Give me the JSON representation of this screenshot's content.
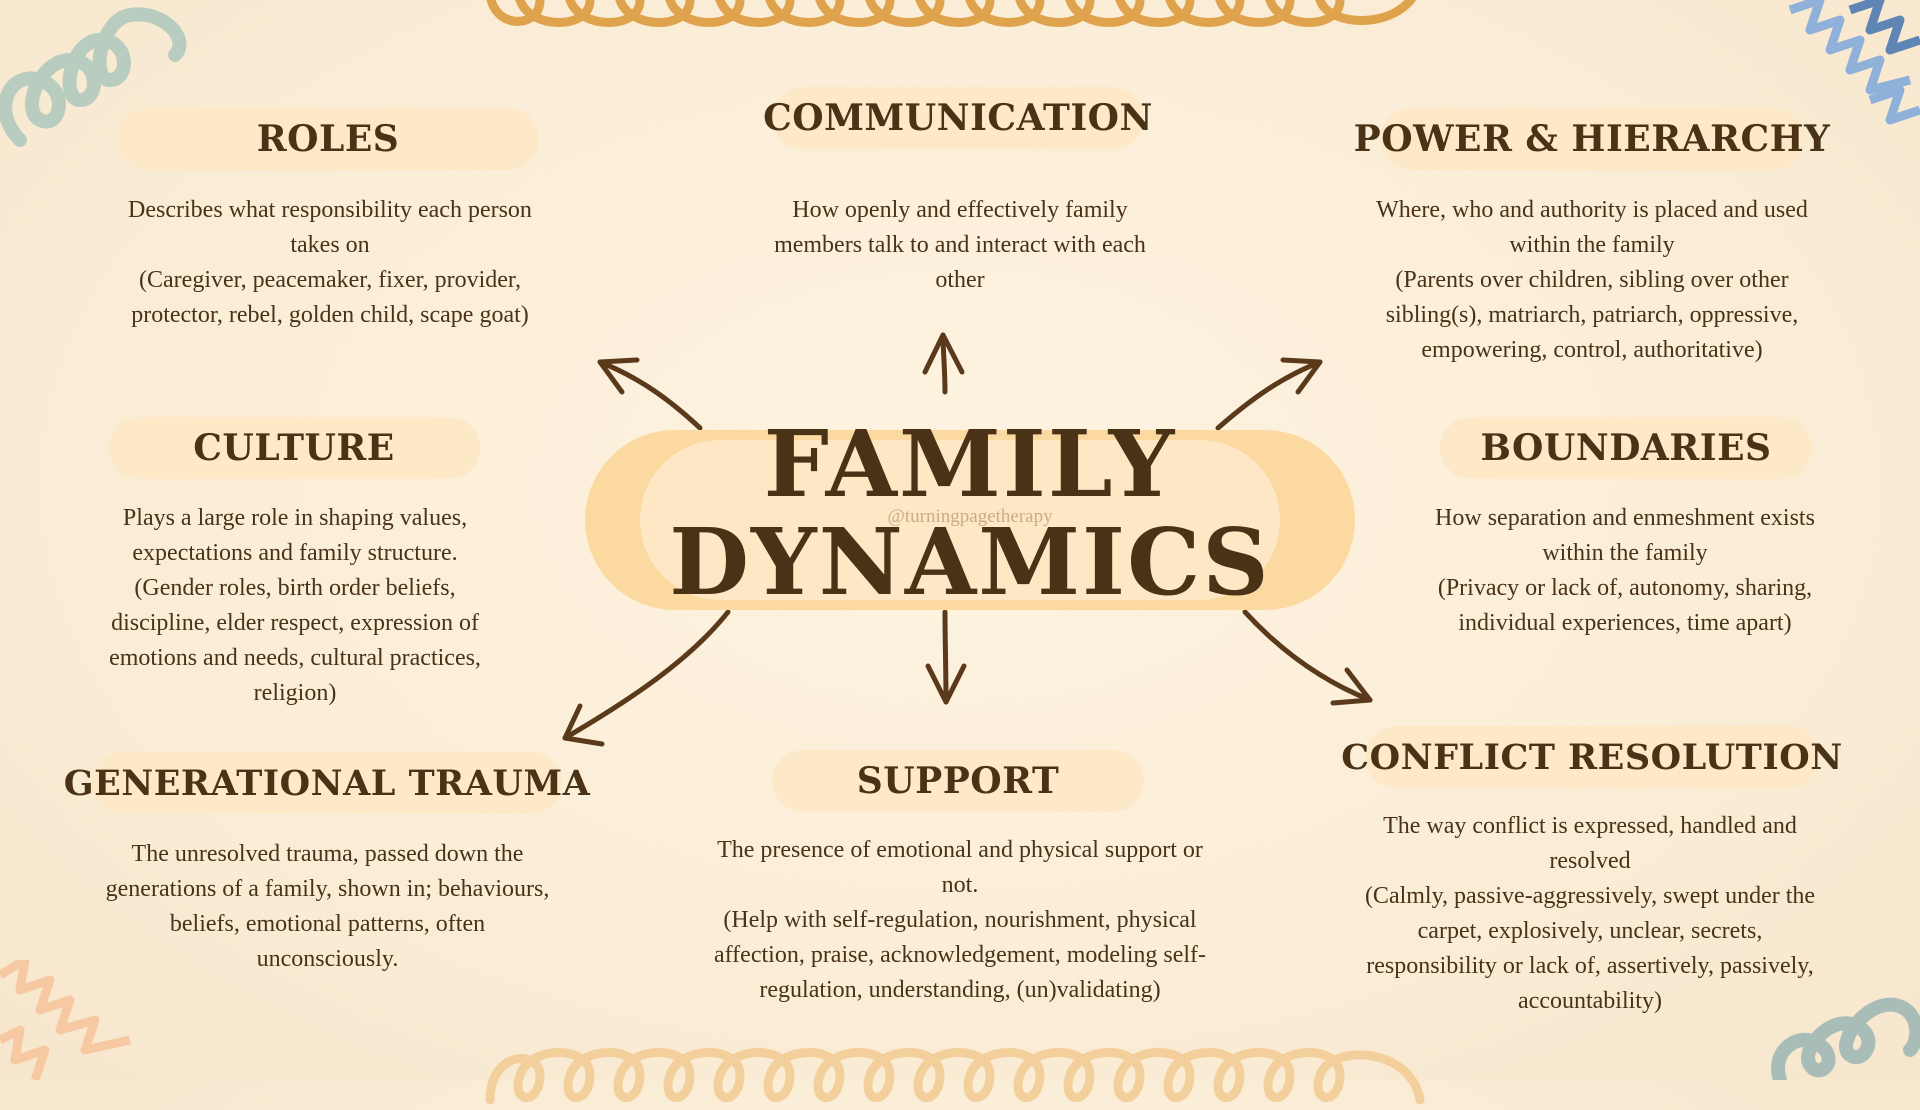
{
  "title": {
    "line1": "FAMILY",
    "line2": "DYNAMICS",
    "handle": "@turningpagetherapy"
  },
  "colors": {
    "pill": "#fde9c7",
    "text": "#4a3216",
    "center_outer": "#fcd9a0",
    "center_inner": "#fde7c4"
  },
  "topics": {
    "roles": {
      "heading": "ROLES",
      "lines": [
        "Describes what responsibility each person",
        "takes on",
        "(Caregiver, peacemaker, fixer, provider,",
        "protector, rebel, golden child, scape goat)"
      ]
    },
    "communication": {
      "heading": "COMMUNICATION",
      "lines": [
        "How openly and effectively family",
        "members talk to and interact with each",
        "other"
      ]
    },
    "power": {
      "heading": "POWER & HIERARCHY",
      "lines": [
        "Where, who and authority is placed and used",
        "within the family",
        "(Parents over children, sibling over other",
        "sibling(s), matriarch, patriarch, oppressive,",
        "empowering, control, authoritative)"
      ]
    },
    "culture": {
      "heading": "CULTURE",
      "lines": [
        "Plays a large role in shaping values,",
        "expectations and family structure.",
        "(Gender roles, birth order beliefs,",
        "discipline, elder respect, expression of",
        "emotions and needs, cultural practices,",
        "religion)"
      ]
    },
    "boundaries": {
      "heading": "BOUNDARIES",
      "lines": [
        "How separation and enmeshment exists",
        "within the family",
        "(Privacy or lack of, autonomy, sharing,",
        "individual experiences, time apart)"
      ]
    },
    "trauma": {
      "heading": "GENERATIONAL TRAUMA",
      "lines": [
        "The unresolved trauma, passed down the",
        "generations of a family, shown in; behaviours,",
        "beliefs, emotional patterns, often",
        "unconsciously."
      ]
    },
    "support": {
      "heading": "SUPPORT",
      "lines": [
        "The presence of emotional and physical support or",
        "not.",
        "(Help with self-regulation, nourishment, physical",
        "affection, praise, acknowledgement, modeling self-",
        "regulation, understanding, (un)validating)"
      ]
    },
    "conflict": {
      "heading": "CONFLICT RESOLUTION",
      "lines": [
        "The way conflict is expressed, handled and",
        "resolved",
        "(Calmly, passive-aggressively, swept under the",
        "carpet, explosively, unclear, secrets,",
        "responsibility or lack of, assertively, passively,",
        "accountability)"
      ]
    }
  }
}
